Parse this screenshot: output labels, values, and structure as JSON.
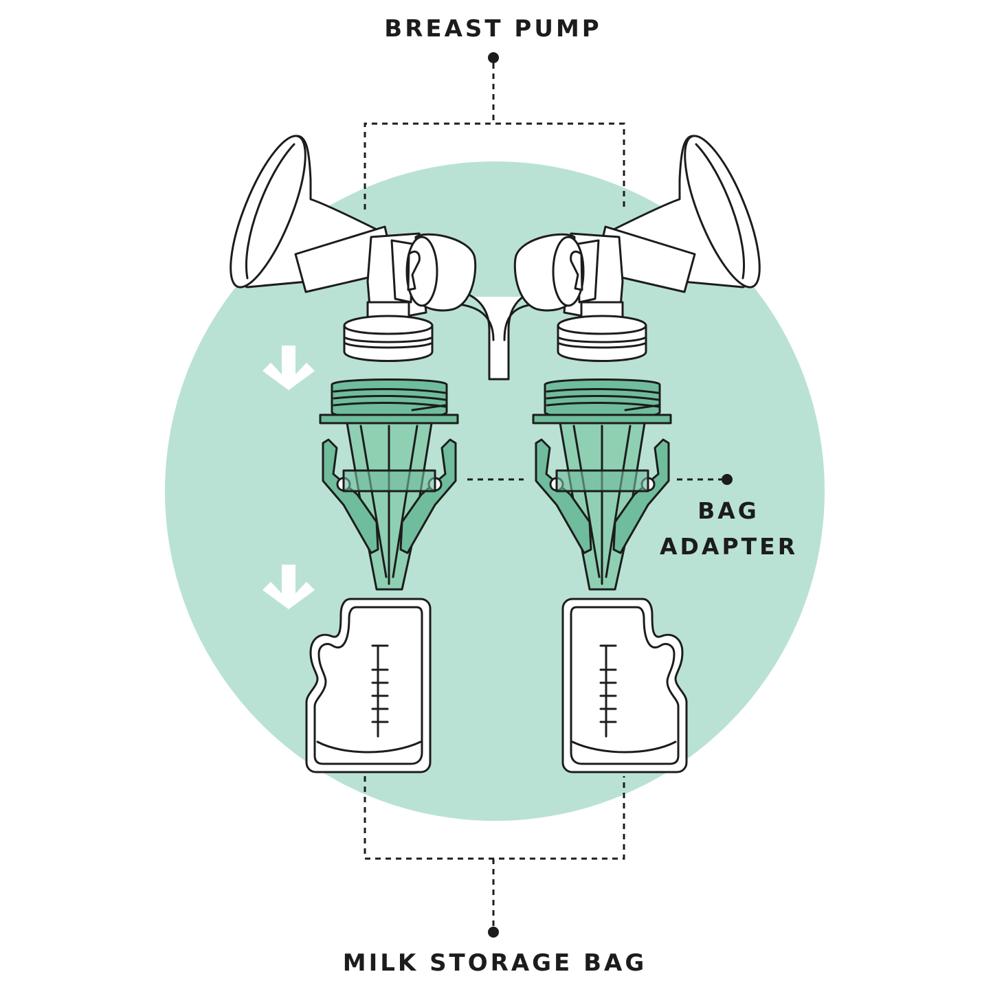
{
  "labels": {
    "breast_pump": "BREAST PUMP",
    "bag_adapter_line1": "BAG",
    "bag_adapter_line2": "ADAPTER",
    "milk_storage_bag": "MILK STORAGE BAG"
  },
  "colors": {
    "background": "#ffffff",
    "circle": "#b9e2d5",
    "adapter_green": "#6fbd9c",
    "line": "#1c1c1c"
  }
}
